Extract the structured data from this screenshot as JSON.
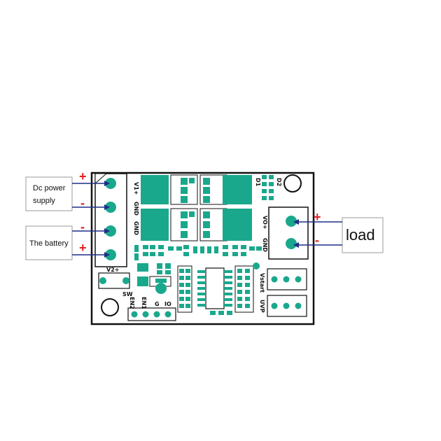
{
  "labels": {
    "dc_power_line1": "Dc power",
    "dc_power_line2": "supply",
    "battery": "The battery",
    "load": "load"
  },
  "signs": {
    "dc_plus": "+",
    "dc_minus": "-",
    "bat_minus": "-",
    "bat_plus": "+",
    "load_plus": "+",
    "load_minus": "-"
  },
  "silkscreen": {
    "v1_plus": "V1+",
    "gnd_top": "GND",
    "gnd_mid": "GND",
    "v2_plus": "V2+",
    "sw": "SW",
    "d1": "D1",
    "d2": "D2",
    "vo_plus": "VO+",
    "gnd_out": "GND",
    "vstart": "Vstart",
    "uvp": "UVP",
    "en2": "EN2",
    "en1": "EN1",
    "g": "G",
    "io": "IO"
  },
  "colors": {
    "pcb_fill": "#ffffff",
    "pcb_outline": "#111111",
    "pad": "#1aa88d",
    "arrow": "#1f2e8a",
    "sign": "#e21f1f"
  }
}
